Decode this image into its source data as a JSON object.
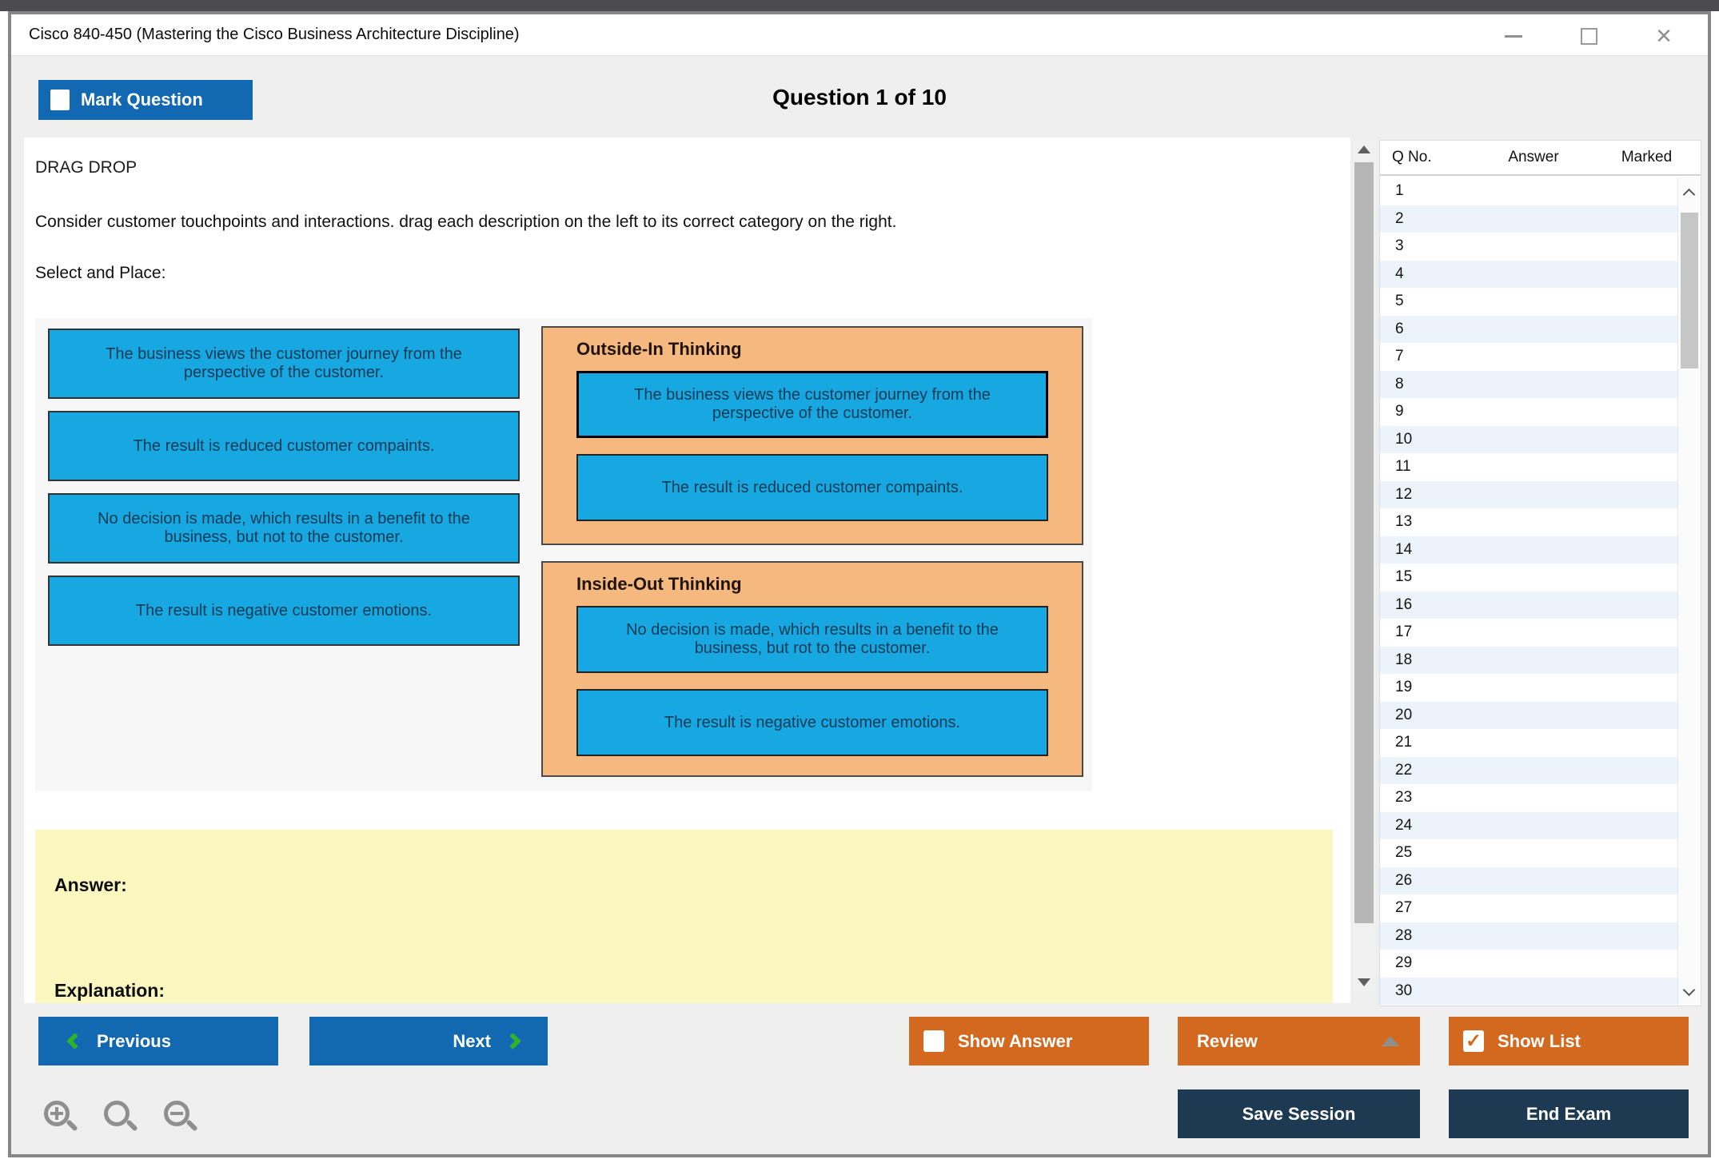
{
  "window": {
    "title": "Cisco 840-450 (Mastering the Cisco Business Architecture Discipline)"
  },
  "header": {
    "mark_question_label": "Mark Question",
    "question_counter": "Question 1 of 10"
  },
  "question": {
    "type_label": "DRAG DROP",
    "prompt": "Consider customer touchpoints and interactions. drag each description on the left to its correct category on the right.",
    "select_place_label": "Select and Place:"
  },
  "drag_items": [
    "The business views the customer journey from the perspective of the customer.",
    "The result is reduced customer compaints.",
    "No decision is made, which results in a benefit to the business, but not to the customer.",
    "The result is negative customer emotions."
  ],
  "categories": [
    {
      "title": "Outside-In Thinking",
      "items": [
        "The business views the customer journey from the perspective of the customer.",
        "The result is reduced customer compaints."
      ]
    },
    {
      "title": "Inside-Out Thinking",
      "items": [
        "No decision is made, which results in a benefit to the business, but rot to the customer.",
        "The result is negative customer emotions."
      ]
    }
  ],
  "answer_section": {
    "answer_label": "Answer:",
    "explanation_label": "Explanation:"
  },
  "sidebar": {
    "columns": [
      "Q No.",
      "Answer",
      "Marked"
    ],
    "rows": [
      "1",
      "2",
      "3",
      "4",
      "5",
      "6",
      "7",
      "8",
      "9",
      "10",
      "11",
      "12",
      "13",
      "14",
      "15",
      "16",
      "17",
      "18",
      "19",
      "20",
      "21",
      "22",
      "23",
      "24",
      "25",
      "26",
      "27",
      "28",
      "29",
      "30"
    ]
  },
  "footer": {
    "previous_label": "Previous",
    "next_label": "Next",
    "show_answer_label": "Show Answer",
    "review_label": "Review",
    "show_list_label": "Show List",
    "save_session_label": "Save Session",
    "end_exam_label": "End Exam"
  },
  "colors": {
    "primary_blue": "#1269b1",
    "orange_button": "#d2691f",
    "navy_button": "#1d3a52",
    "item_blue": "#17a8e2",
    "category_orange": "#f5b87e",
    "answer_yellow": "#fbf7c1",
    "green_chevron": "#2fb229",
    "alt_row_blue": "#edf3fa"
  }
}
